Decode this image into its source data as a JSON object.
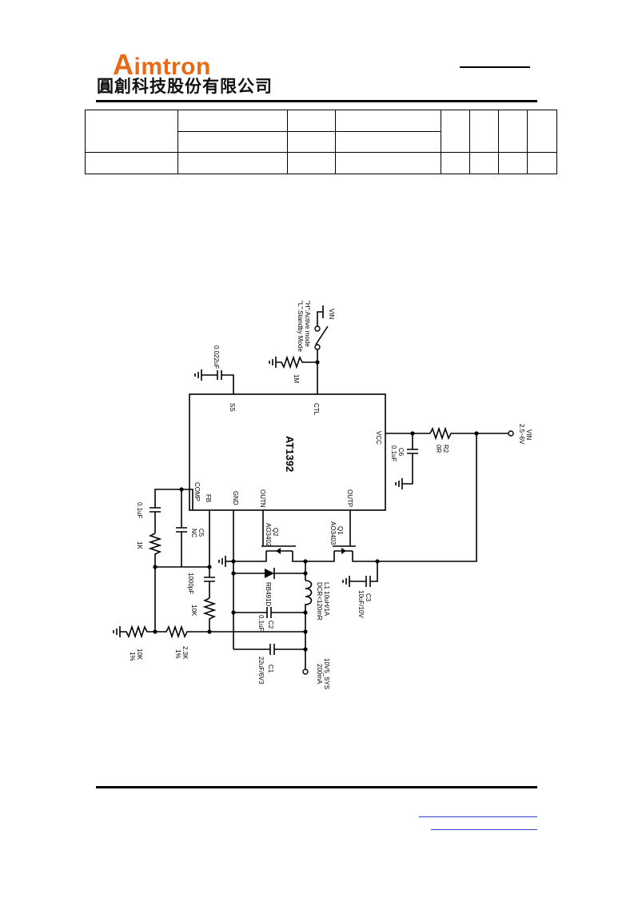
{
  "header": {
    "logo_text_initial": "A",
    "logo_text_rest": "imtron",
    "logo_chinese": "圓創科技股份有限公司",
    "brand_color": "#e86a14"
  },
  "schematic": {
    "ic_name": "AT1392",
    "pins": {
      "ss": "SS",
      "ctl": "CTL",
      "vcc": "VCC",
      "comp": "COMP",
      "fb": "FB",
      "gnd": "GND",
      "outn": "OUTN",
      "outp": "OUTP"
    },
    "components": {
      "c_ss": "0.022uF",
      "r_ctl": "1M",
      "switch_note_1": "\"H\":Active mode",
      "switch_note_2": "\"L\":Standby Mode",
      "vin_switch": "VIN",
      "vin_in": "VIN",
      "vin_range": "2.5~6V",
      "r2_name": "R2",
      "r2_value": "0R",
      "c6_name": "C6",
      "c6_value": "0.1uF",
      "c_comp": "0.1uF",
      "c5_name": "C5",
      "c5_value": "NC",
      "r_comp": "1K",
      "c_fb": "1000pF",
      "r_fb": "10K",
      "r_fb_low_value": "10K",
      "r_fb_low_tol": "1%",
      "r_fb_high_value": "2.3K",
      "r_fb_high_tol": "1%",
      "q2_name": "Q2",
      "q2_part": "AO3402",
      "q1_name": "Q1",
      "q1_part": "AO3403",
      "c3_name": "C3",
      "c3_value": "10uF/10V",
      "d_part": "RB491D",
      "l1_value": "L1 10uH/1A",
      "l1_dcr": "DCR<120mR",
      "c2_value": "0.1uF",
      "c2_name": "C2",
      "c1_value": "22uF/6V3",
      "c1_name": "C1",
      "out_name": "10V5_SYS",
      "out_current": "200mA"
    }
  }
}
